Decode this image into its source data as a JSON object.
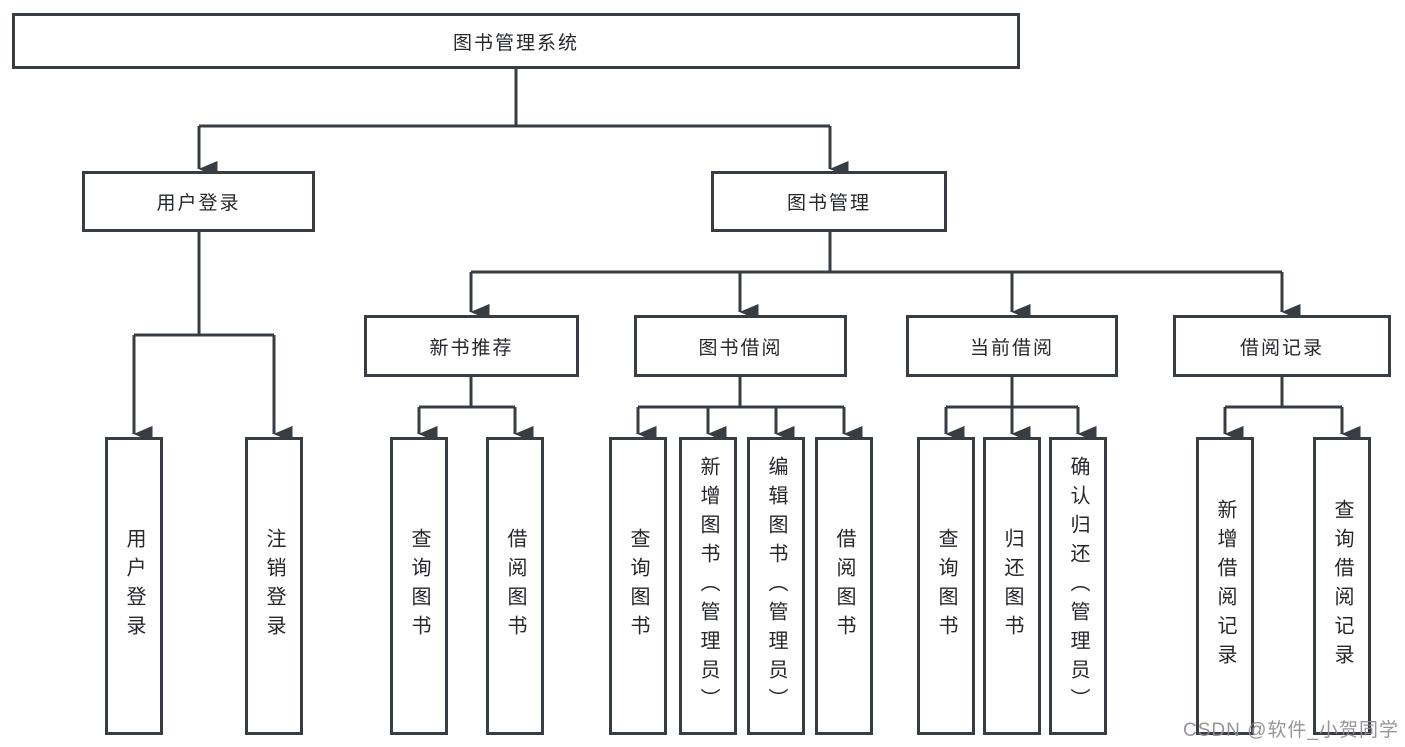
{
  "tree": {
    "root": {
      "label": "图书管理系统"
    },
    "branches": [
      {
        "label": "用户登录",
        "children": [
          {
            "label": "用户登录"
          },
          {
            "label": "注销登录"
          }
        ]
      },
      {
        "label": "图书管理",
        "children": [
          {
            "label": "新书推荐",
            "children": [
              {
                "label": "查询图书"
              },
              {
                "label": "借阅图书"
              }
            ]
          },
          {
            "label": "图书借阅",
            "children": [
              {
                "label": "查询图书"
              },
              {
                "label": "新增图书（管理员）"
              },
              {
                "label": "编辑图书（管理员）"
              },
              {
                "label": "借阅图书"
              }
            ]
          },
          {
            "label": "当前借阅",
            "children": [
              {
                "label": "查询图书"
              },
              {
                "label": "归还图书"
              },
              {
                "label": "确认归还（管理员）"
              }
            ]
          },
          {
            "label": "借阅记录",
            "children": [
              {
                "label": "新增借阅记录"
              },
              {
                "label": "查询借阅记录"
              }
            ]
          }
        ]
      }
    ]
  },
  "watermark": {
    "text": "CSDN @软件_小贺同学"
  },
  "colors": {
    "line": "#383c43",
    "box_border": "#383c43",
    "box_fill": "#ffffff",
    "text": "#25272b",
    "watermark": "#8d8d8d"
  }
}
